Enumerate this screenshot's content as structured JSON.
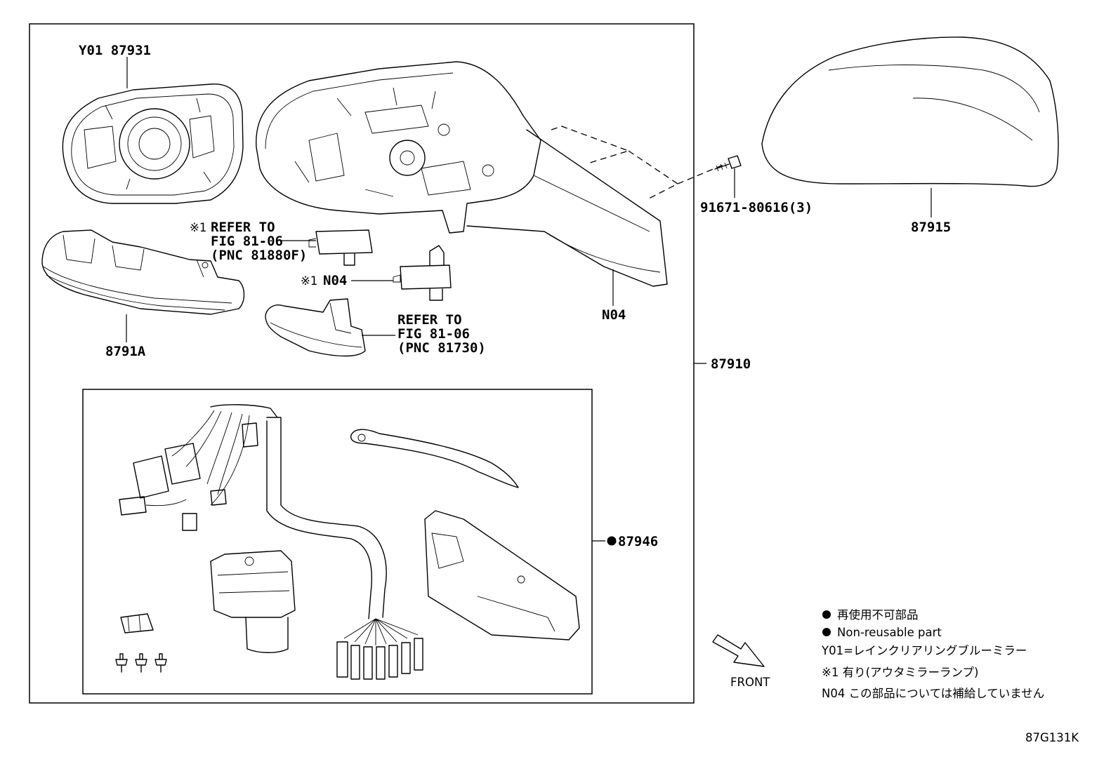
{
  "labels": {
    "glass": "Y01 87931",
    "refer_81880f_mark": "※1",
    "refer_81880f_line1": "REFER TO",
    "refer_81880f_line2": "FIG 81-06",
    "refer_81880f_line3": "(PNC 81880F)",
    "n04_small_mark": "※1",
    "n04_small": "N04",
    "refer_81730_line1": "REFER TO",
    "refer_81730_line2": "FIG 81-06",
    "refer_81730_line3": "(PNC 81730)",
    "turn_lamp": "8791A",
    "housing_n04": "N04",
    "screw": "91671-80616(3)",
    "cover": "87915",
    "assembly": "87910",
    "harness_kit": "87946"
  },
  "legend": {
    "line_ja": "再使用不可部品",
    "line_en": "Non-reusable part",
    "y01_note": "Y01=レインクリアリングブルーミラー",
    "mark1_note": "※1 有り(アウタミラーランプ)",
    "n04_note": "N04 この部品については補給していません"
  },
  "front_label": "FRONT",
  "figure_code": "87G131K"
}
